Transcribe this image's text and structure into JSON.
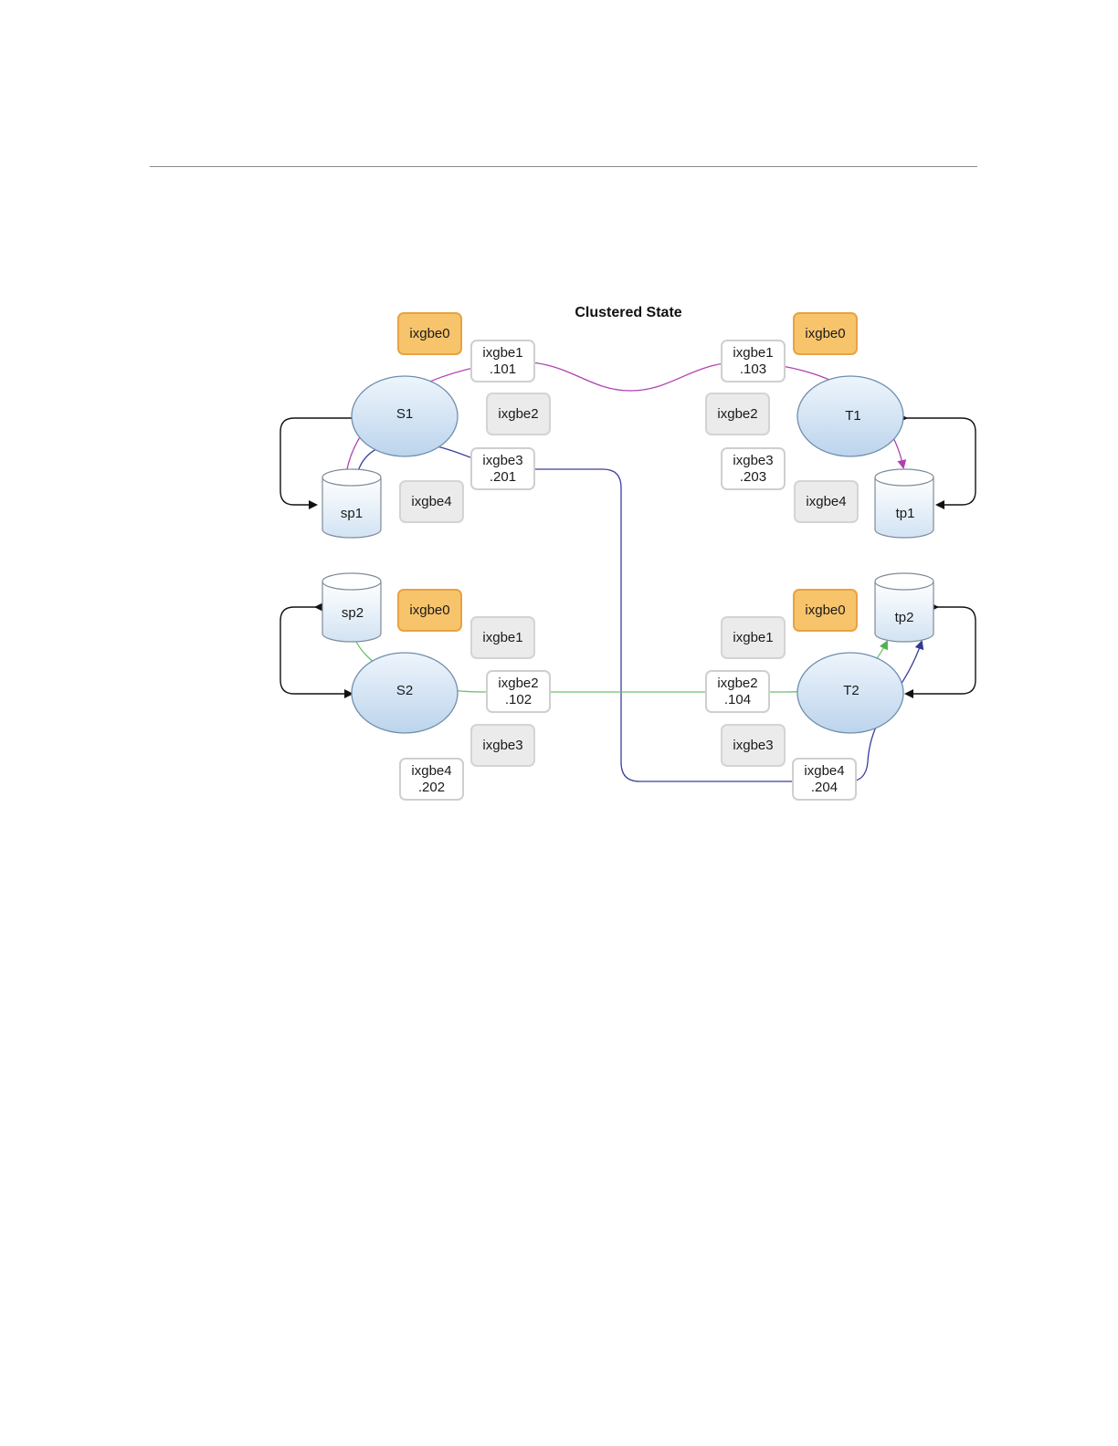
{
  "diagram": {
    "title": "Clustered State",
    "nodes": {
      "S1": "S1",
      "T1": "T1",
      "S2": "S2",
      "T2": "T2",
      "sp1": "sp1",
      "tp1": "tp1",
      "sp2": "sp2",
      "tp2": "tp2"
    },
    "nics": {
      "s1_ixgbe0": "ixgbe0",
      "s1_ixgbe1": "ixgbe1",
      "s1_ixgbe1_ip": ".101",
      "s1_ixgbe2": "ixgbe2",
      "s1_ixgbe3": "ixgbe3",
      "s1_ixgbe3_ip": ".201",
      "s1_ixgbe4": "ixgbe4",
      "t1_ixgbe0": "ixgbe0",
      "t1_ixgbe1": "ixgbe1",
      "t1_ixgbe1_ip": ".103",
      "t1_ixgbe2": "ixgbe2",
      "t1_ixgbe3": "ixgbe3",
      "t1_ixgbe3_ip": ".203",
      "t1_ixgbe4": "ixgbe4",
      "s2_ixgbe0": "ixgbe0",
      "s2_ixgbe1": "ixgbe1",
      "s2_ixgbe2": "ixgbe2",
      "s2_ixgbe2_ip": ".102",
      "s2_ixgbe3": "ixgbe3",
      "s2_ixgbe4": "ixgbe4",
      "s2_ixgbe4_ip": ".202",
      "t2_ixgbe0": "ixgbe0",
      "t2_ixgbe1": "ixgbe1",
      "t2_ixgbe2": "ixgbe2",
      "t2_ixgbe2_ip": ".104",
      "t2_ixgbe3": "ixgbe3",
      "t2_ixgbe4": "ixgbe4",
      "t2_ixgbe4_ip": ".204"
    },
    "colors": {
      "link_ixgbe1": "#b040b0",
      "link_ixgbe3_4": "#3a3f9a",
      "link_ixgbe2": "#6cc26c",
      "node_fill": "#cfe2f3",
      "node_stroke": "#6f8fae",
      "nic_orange": "#f7c46c",
      "nic_gray": "#ebebeb"
    }
  }
}
